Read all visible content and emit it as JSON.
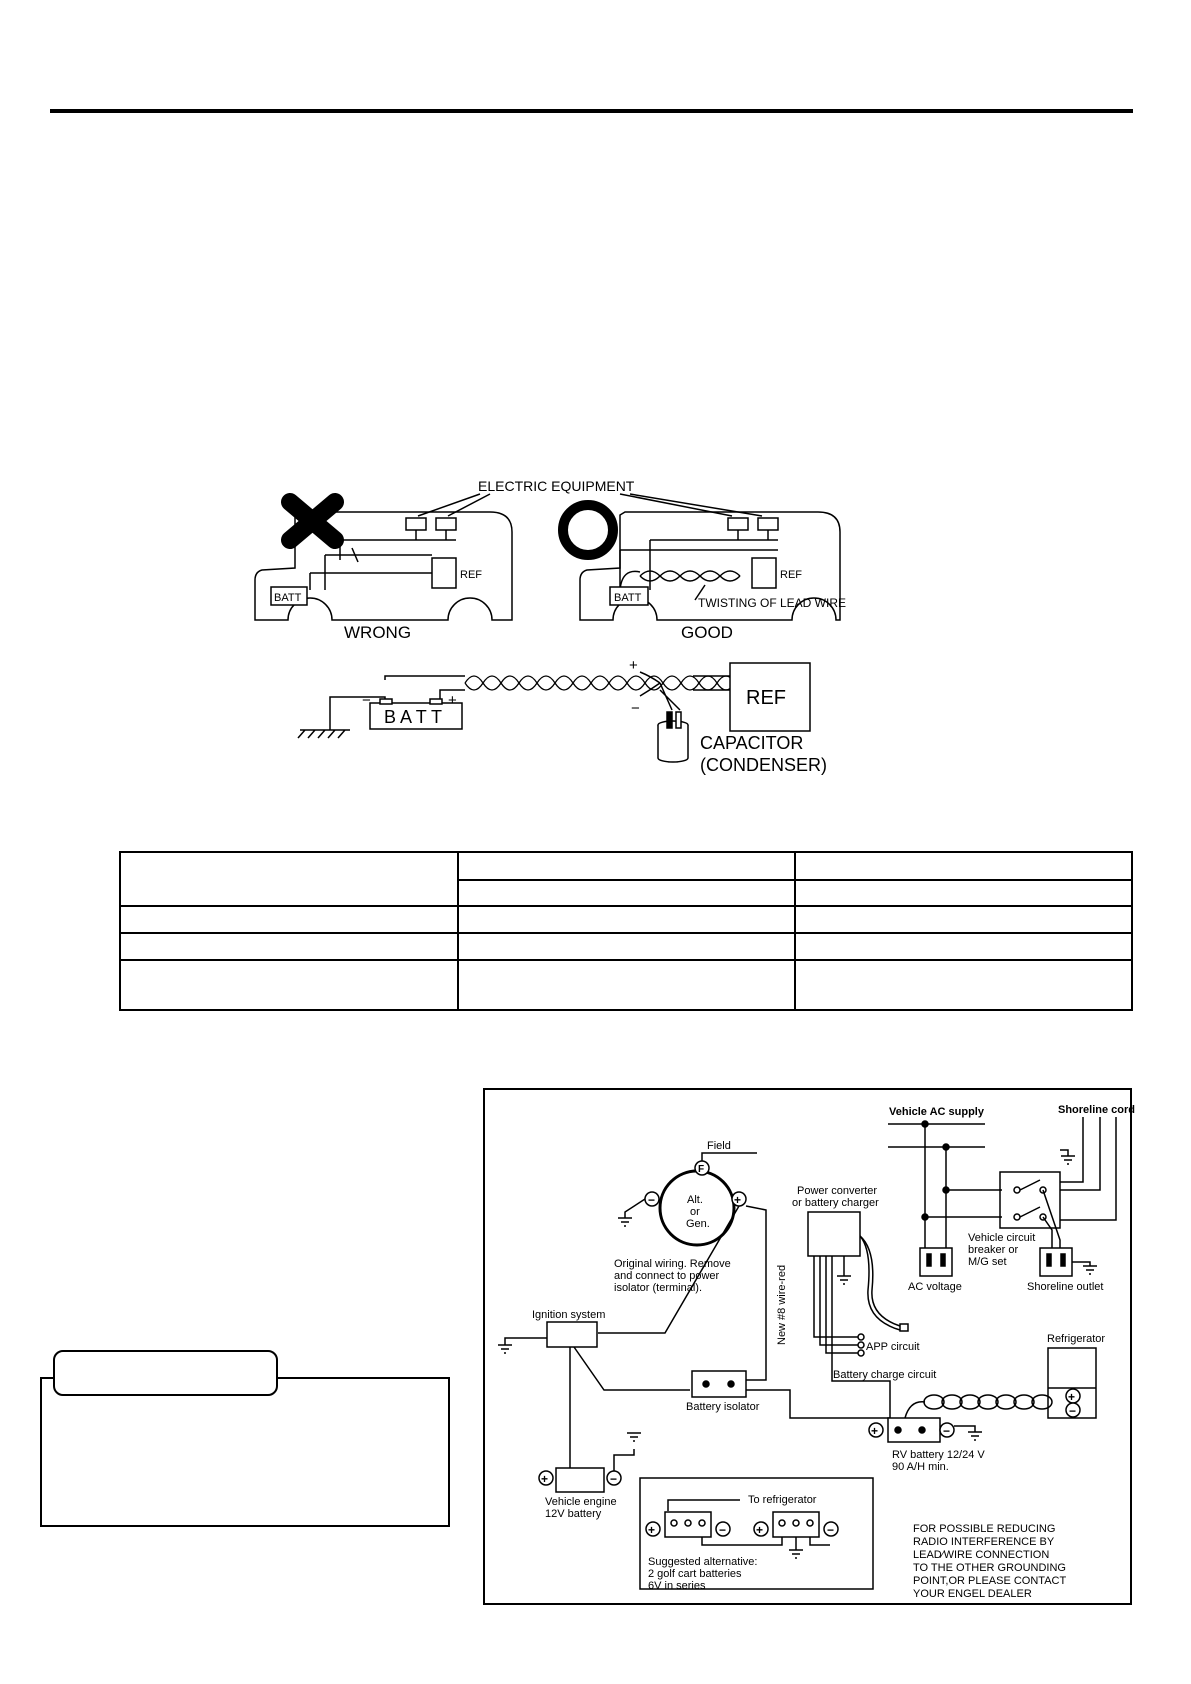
{
  "top_diagram": {
    "electric_equipment": "ELECTRIC EQUIPMENT",
    "ref": "REF",
    "batt": "BATT",
    "wrong": "WRONG",
    "good": "GOOD",
    "twisting": "TWISTING OF LEAD WIRE",
    "plus": "+",
    "minus": "−"
  },
  "capacitor_diagram": {
    "batt": "B A T T",
    "ref": "REF",
    "capacitor": "CAPACITOR",
    "condenser": "(CONDENSER)",
    "plus": "+",
    "minus": "−"
  },
  "wiring_diagram": {
    "field": "Field",
    "f": "F",
    "alt_line1": "Alt.",
    "alt_line2": "or",
    "alt_line3": "Gen.",
    "original_wiring_1": "Original wiring. Remove",
    "original_wiring_2": "and  connect to power",
    "original_wiring_3": "isolator (terminal).",
    "ignition_system": "Ignition system",
    "new_wire": "New #8 wire-red",
    "battery_isolator": "Battery isolator",
    "vehicle_engine_1": "Vehicle engine",
    "vehicle_engine_2": "12V battery",
    "power_converter_1": "Power converter",
    "power_converter_2": "or battery charger",
    "app_circuit": "APP circuit",
    "battery_charge_circuit": "Battery charge circuit",
    "rv_battery_1": "RV battery 12/24 V",
    "rv_battery_2": "90 A/H min.",
    "vehicle_ac_supply": "Vehicle AC supply",
    "shoreline_cord": "Shoreline cord",
    "vehicle_circuit_1": "Vehicle circuit",
    "vehicle_circuit_2": "breaker or",
    "vehicle_circuit_3": "M/G set",
    "ac_voltage": "AC voltage",
    "shoreline_outlet": "Shoreline outlet",
    "refrigerator": "Refrigerator",
    "to_refrigerator": "To refrigerator",
    "suggested_1": "Suggested alternative:",
    "suggested_2": "2 golf cart batteries",
    "suggested_3": "6V in series",
    "note_1": "FOR POSSIBLE REDUCING",
    "note_2": "RADIO INTERFERENCE BY",
    "note_3": "LEAD∕WIRE CONNECTION",
    "note_4": "TO THE OTHER GROUNDING",
    "note_5": "POINT,OR PLEASE CONTACT",
    "note_6": "YOUR ENGEL DEALER",
    "plus": "+",
    "minus": "−"
  }
}
